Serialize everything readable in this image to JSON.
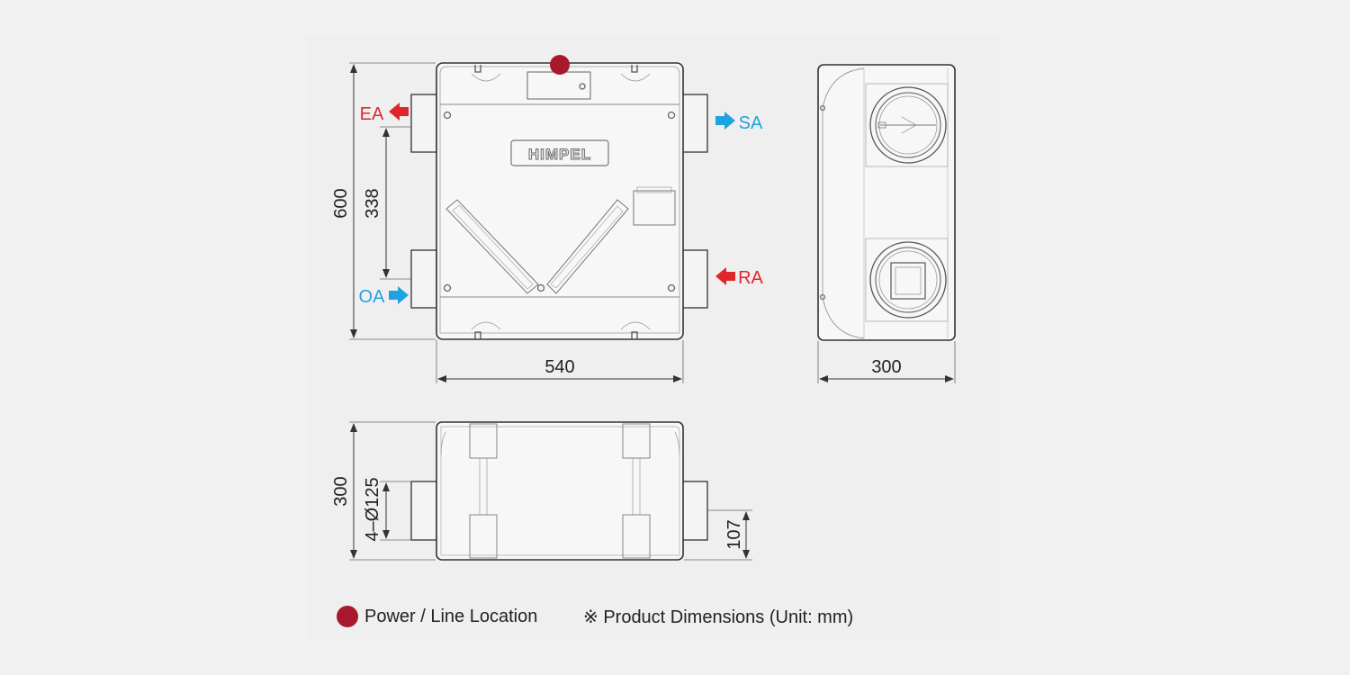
{
  "brand_logo": "HIMPEL",
  "labels": {
    "ea": "EA",
    "sa": "SA",
    "oa": "OA",
    "ra": "RA"
  },
  "dimensions": {
    "height": "600",
    "duct_spacing": "338",
    "width": "540",
    "depth": "300",
    "side_height": "300",
    "duct_diameter": "4–Ø125",
    "duct_offset": "107"
  },
  "legend": {
    "power_label": "Power / Line Location",
    "note": "※ Product Dimensions (Unit: mm)"
  },
  "colors": {
    "exhaust": "#e0262b",
    "supply": "#1fa3e0",
    "power": "#a8192e",
    "line": "#333333"
  }
}
